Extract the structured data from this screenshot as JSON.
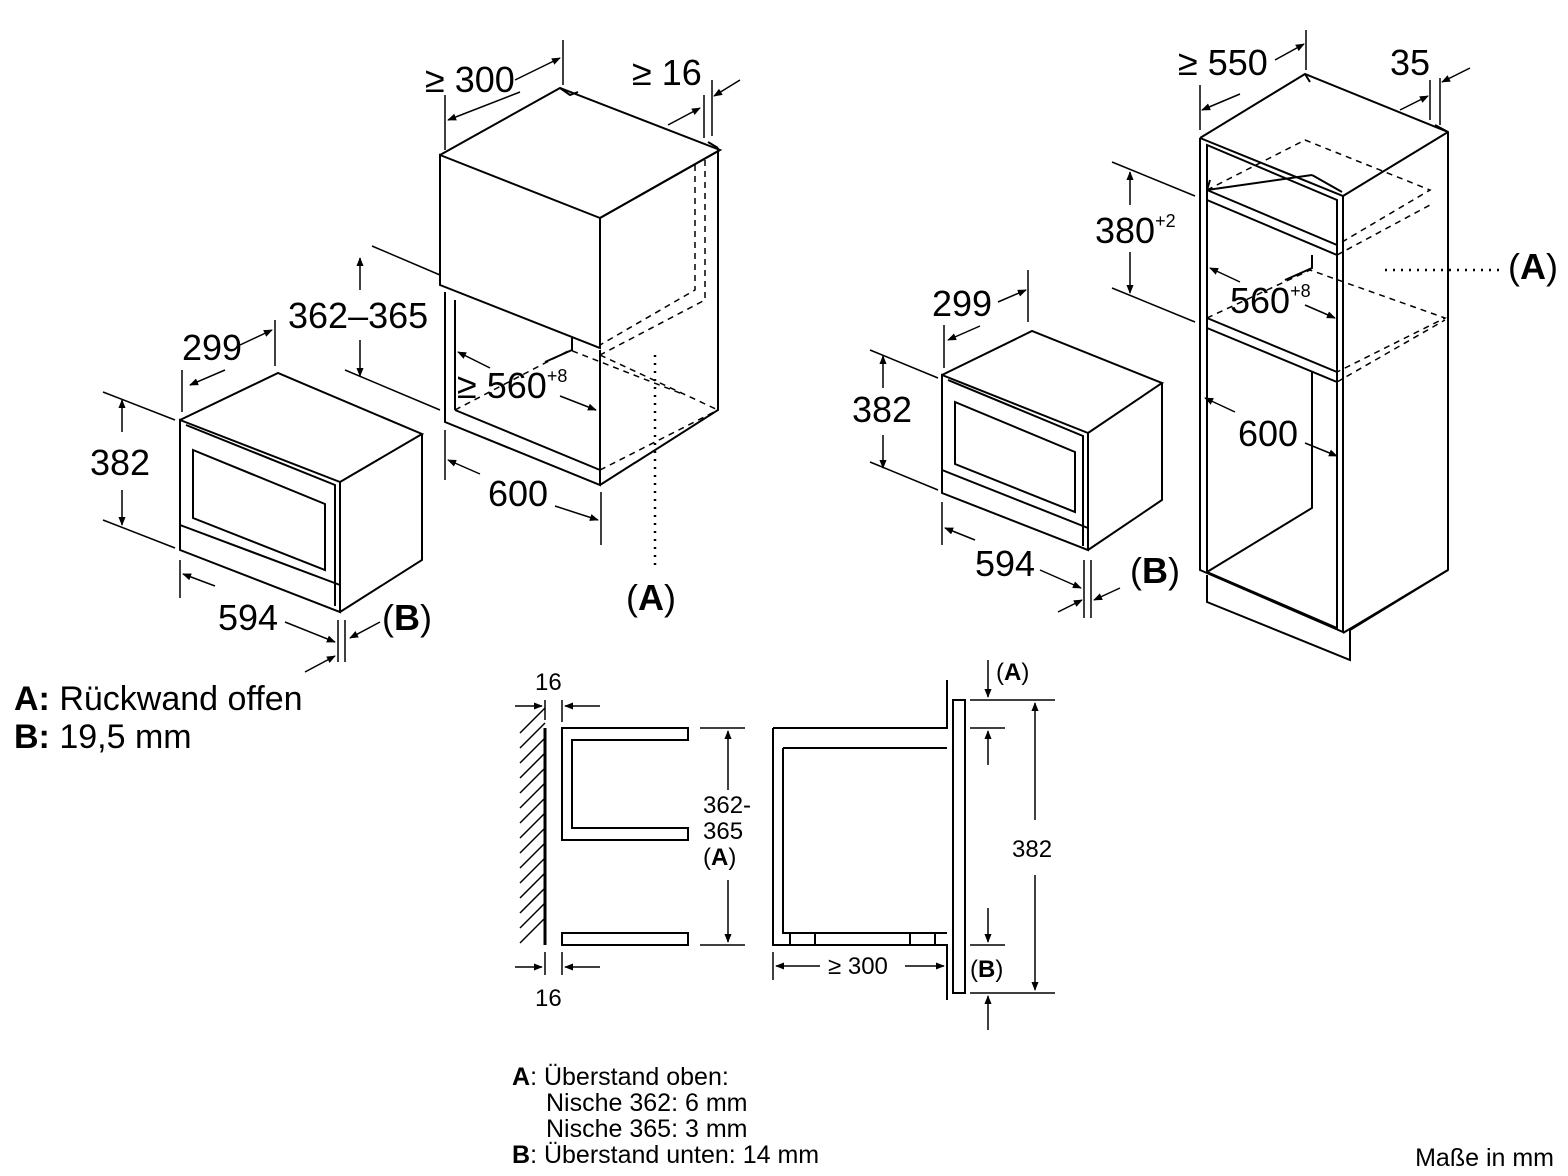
{
  "labels": {
    "left_depth": "≥ 300",
    "left_gap": "≥ 16",
    "left_niche_height": "362–365",
    "left_niche_width": "≥ 560",
    "left_niche_width_tol": "+8",
    "left_cab_width": "600",
    "left_dev_depth": "299",
    "left_dev_height": "382",
    "left_dev_width": "594",
    "left_A": "A",
    "left_B": "B",
    "right_depth": "≥ 550",
    "right_gap": "35",
    "right_niche_height": "380",
    "right_niche_height_tol": "+2",
    "right_niche_width": "560",
    "right_niche_width_tol": "+8",
    "right_cab_width": "600",
    "right_dev_depth": "299",
    "right_dev_height": "382",
    "right_dev_width": "594",
    "right_A": "A",
    "right_B": "B",
    "sec_16_top": "16",
    "sec_16_bottom": "16",
    "sec_niche_h1": "362-",
    "sec_niche_h2": "365",
    "sec_niche_A": "A",
    "sec_depth": "≥ 300",
    "sec_A": "A",
    "sec_B": "B",
    "sec_382": "382"
  },
  "legend_top": {
    "a_key": "A:",
    "a_text": " Rückwand offen",
    "b_key": "B:",
    "b_text": " 19,5 mm"
  },
  "legend_bottom": {
    "a_key": "A",
    "a_text": ": Überstand oben:",
    "a_line2": "Nische 362: 6 mm",
    "a_line3": "Nische 365: 3 mm",
    "b_key": "B",
    "b_text": ": Überstand unten: 14 mm"
  },
  "units_note": "Maße in mm"
}
